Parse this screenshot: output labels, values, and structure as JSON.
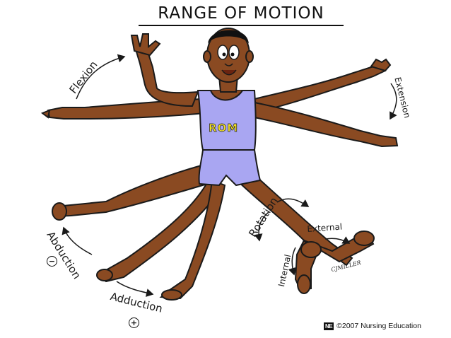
{
  "title": "RANGE OF MOTION",
  "shirt_text": "ROM",
  "labels": {
    "flexion": "Flexion",
    "extension": "Extension",
    "rotation": "Rotation",
    "external": "External",
    "internal": "Internal",
    "abduction": "Abduction",
    "abduction_sign": "−",
    "adduction": "Adduction",
    "adduction_sign": "+"
  },
  "signature": "CJMILLER",
  "copyright": {
    "logo": "NE",
    "text": "©2007 Nursing Education"
  },
  "colors": {
    "skin": "#8a4a22",
    "outline": "#1a1a1a",
    "tank": "#a9a6f2",
    "shirt_text": "#f2e02a",
    "hair": "#111111"
  }
}
